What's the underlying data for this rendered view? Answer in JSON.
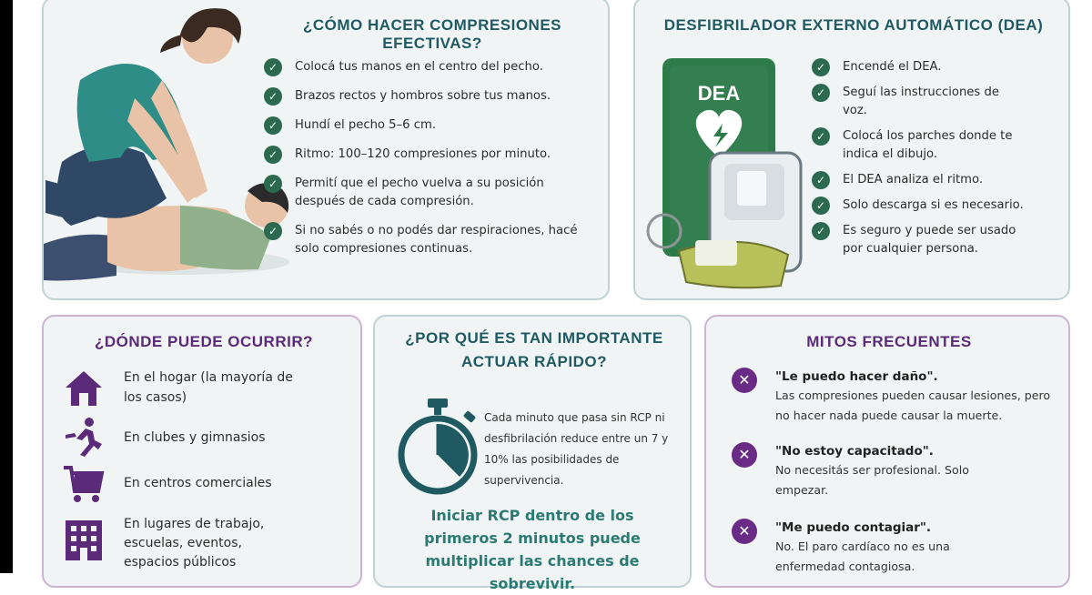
{
  "compressions": {
    "title": "¿CÓMO HACER COMPRESIONES EFECTIVAS?",
    "items": [
      "Colocá tus manos en el centro del pecho.",
      "Brazos rectos y hombros sobre tus manos.",
      "Hundí el pecho 5–6 cm.",
      "Ritmo: 100–120 compresiones por minuto.",
      "Permití que el pecho vuelva a su posición después de cada compresión.",
      "Si no sabés o no podés dar respiraciones, hacé solo compresiones continuas."
    ]
  },
  "dea": {
    "title": "DESFIBRILADOR EXTERNO AUTOMÁTICO (DEA)",
    "device_label": "DEA",
    "items": [
      "Encendé el DEA.",
      "Seguí las instrucciones de voz.",
      "Colocá los parches donde te indica el dibujo.",
      "El DEA analiza el ritmo.",
      "Solo descarga si es necesario.",
      "Es seguro y puede ser usado por cualquier persona."
    ]
  },
  "locations": {
    "title": "¿DÓNDE PUEDE OCURRIR?",
    "items": [
      {
        "icon": "home-icon",
        "text": "En el hogar (la mayoría de los casos)"
      },
      {
        "icon": "running-person-icon",
        "text": "En clubes y gimnasios"
      },
      {
        "icon": "shopping-cart-icon",
        "text": "En centros comerciales"
      },
      {
        "icon": "building-icon",
        "text": "En lugares de trabajo, escuelas, eventos, espacios públicos"
      }
    ]
  },
  "speed": {
    "title_line1": "¿POR QUÉ ES TAN IMPORTANTE",
    "title_line2": "ACTUAR RÁPIDO?",
    "text": "Cada minuto que pasa sin RCP ni desfibrilación reduce entre un 7 y 10% las posibilidades de supervivencia.",
    "bold_text": "Iniciar RCP dentro de los primeros 2 minutos puede multiplicar las chances de sobrevivir."
  },
  "myths": {
    "title": "MITOS FRECUENTES",
    "items": [
      {
        "head": "\"Le puedo hacer daño\".",
        "body": "Las compresiones pueden causar lesiones, pero no hacer nada puede causar la muerte."
      },
      {
        "head": "\"No estoy capacitado\".",
        "body": "No necesitás ser profesional. Solo empezar."
      },
      {
        "head": "\"Me puedo contagiar\".",
        "body": "No. El paro cardíaco no es una enfermedad contagiosa."
      }
    ]
  },
  "colors": {
    "teal_title": "#1f5a63",
    "purple_title": "#5b2a78",
    "check_green": "#2c6a4f",
    "myth_purple": "#6a2b86",
    "dea_green": "#2e7b4a"
  }
}
